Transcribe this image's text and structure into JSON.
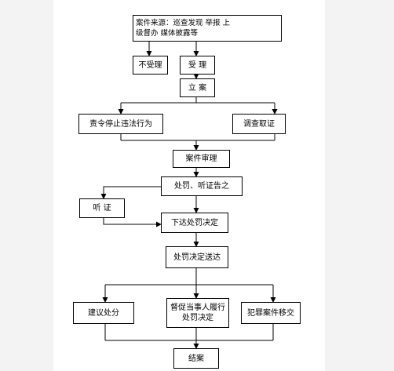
{
  "nodes": {
    "source": "案件来源：巡查发现  举报  上\n级督办  媒体披露等",
    "not_accept": "不受理",
    "accept": "受  理",
    "file_case": "立  案",
    "order_stop": "责令停止违法行为",
    "investigate": "调查取证",
    "review": "案件审理",
    "notify": "处罚、听证告之",
    "hearing": "听     证",
    "decision": "下达处罚决定",
    "deliver": "处罚决定送达",
    "suggest": "建议处分",
    "urge": "督促当事人履行\n处罚决定",
    "transfer": "犯罪案件移交",
    "close": "结案"
  }
}
